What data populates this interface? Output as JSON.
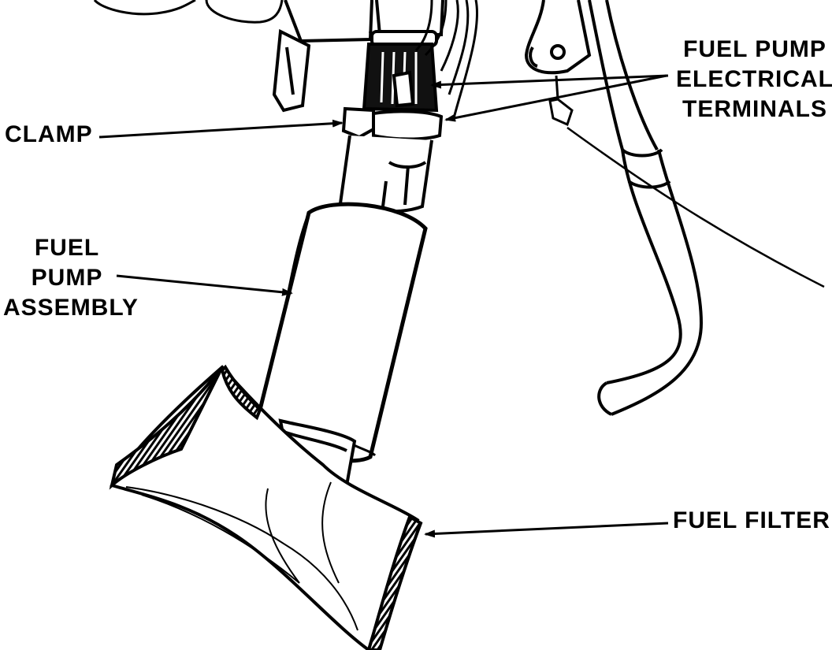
{
  "diagram": {
    "labels": {
      "terminals": [
        "FUEL PUMP",
        "ELECTRICAL",
        "TERMINALS"
      ],
      "clamp": [
        "CLAMP"
      ],
      "assembly": [
        "FUEL",
        "PUMP",
        "ASSEMBLY"
      ],
      "filter": [
        "FUEL FILTER"
      ]
    },
    "colors": {
      "ink": "#000000",
      "paper": "#ffffff"
    }
  }
}
